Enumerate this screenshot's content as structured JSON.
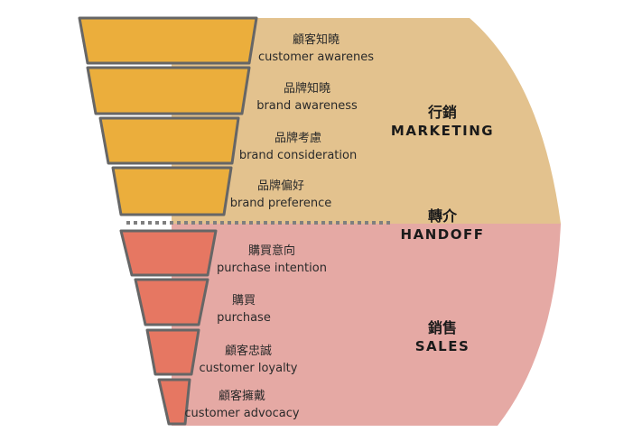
{
  "colors": {
    "marketing_bg": "#E3C28E",
    "sales_bg": "#E5A9A4",
    "marketing_step": "#EBAE3C",
    "sales_step": "#E67762",
    "step_border": "#666666",
    "divider": "#7F7F7F"
  },
  "stages": [
    {
      "zh": "顧客知曉",
      "en": "customer awarenes",
      "group": "marketing"
    },
    {
      "zh": "品牌知曉",
      "en": "brand awareness",
      "group": "marketing"
    },
    {
      "zh": "品牌考慮",
      "en": "brand consideration",
      "group": "marketing"
    },
    {
      "zh": "品牌偏好",
      "en": "brand preference",
      "group": "marketing"
    },
    {
      "zh": "購買意向",
      "en": "purchase intention",
      "group": "sales"
    },
    {
      "zh": "購買",
      "en": "purchase",
      "group": "sales"
    },
    {
      "zh": "顧客忠誠",
      "en": "customer loyalty",
      "group": "sales"
    },
    {
      "zh": "顧客擁戴",
      "en": "customer advocacy",
      "group": "sales"
    }
  ],
  "sections": {
    "marketing": {
      "zh": "行銷",
      "en": "MARKETING"
    },
    "handoff": {
      "zh": "轉介",
      "en": "HANDOFF"
    },
    "sales": {
      "zh": "銷售",
      "en": "SALES"
    }
  }
}
